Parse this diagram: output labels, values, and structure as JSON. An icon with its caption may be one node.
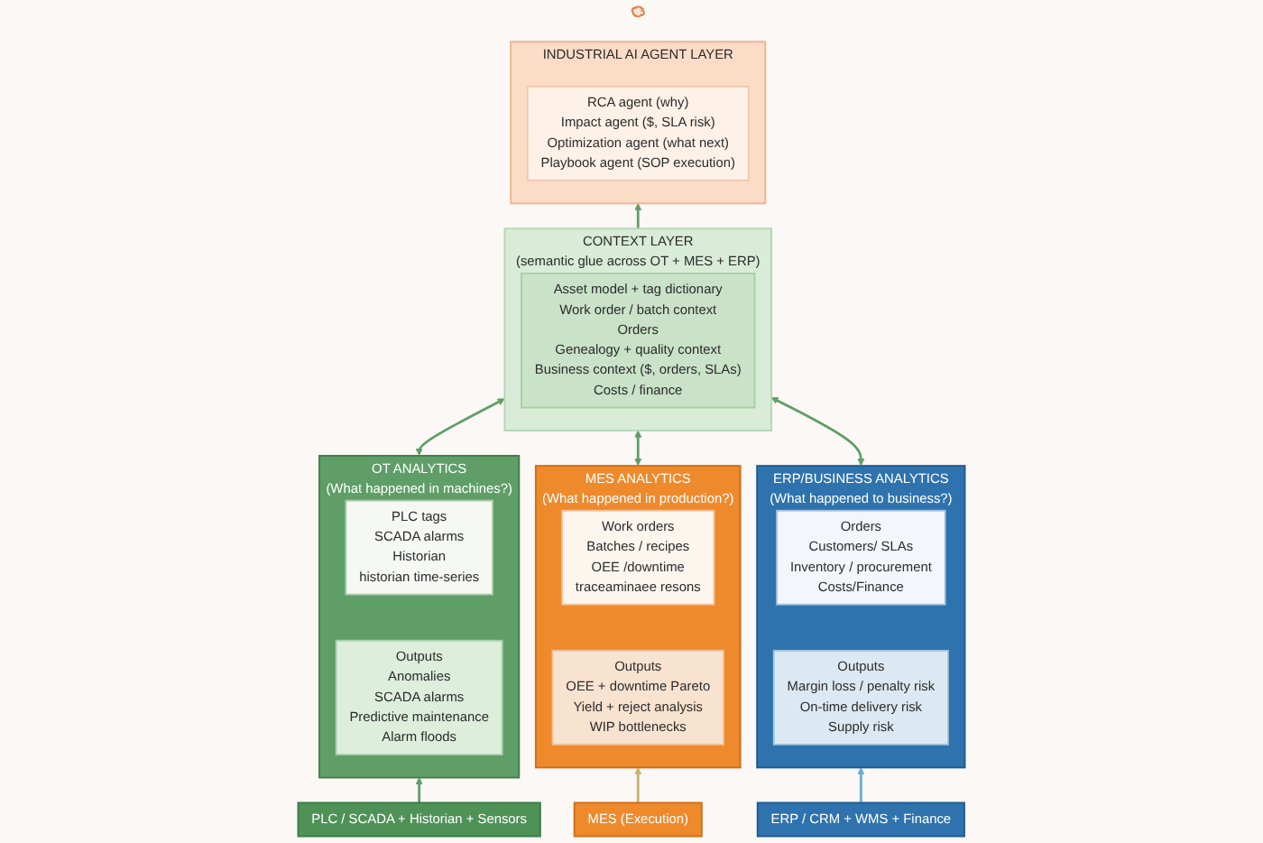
{
  "diagram": {
    "nodes": [
      {
        "text": [],
        "shape": "cloud"
      },
      {
        "text": [
          "INDUSTRIAL AI AGENT LAYER"
        ]
      },
      {
        "text": [
          "RCA agent (why)",
          "Impact agent ($, SLA risk)",
          "Optimization agent (what next)",
          "Playbook agent (SOP execution)"
        ],
        "in": 1
      },
      {
        "text": [
          "CONTEXT LAYER",
          "(semantic glue across OT + MES + ERP)"
        ]
      },
      {
        "text": [
          "Asset model + tag dictionary",
          "Work order / batch context",
          "Orders",
          "Genealogy + quality context",
          "Business context ($, orders, SLAs)",
          "Costs / finance"
        ],
        "in": 3
      },
      {
        "text": [
          "OT ANALYTICS",
          "(What happened in machines?)"
        ]
      },
      {
        "text": [
          "PLC tags",
          "SCADA alarms",
          "Historian",
          "historian time-series"
        ],
        "in": 5
      },
      {
        "text": [
          "Outputs",
          "Anomalies",
          "SCADA alarms",
          "Predictive maintenance",
          "Alarm floods"
        ],
        "in": 5
      },
      {
        "text": [
          "MES ANALYTICS",
          "(What happened in production?)"
        ]
      },
      {
        "text": [
          "Work orders",
          "Batches / recipes",
          "OEE /downtime",
          "traceaminaee resons"
        ],
        "in": 8
      },
      {
        "text": [
          "Outputs",
          "OEE + downtime Pareto",
          "Yield + reject analysis",
          "WIP bottlenecks"
        ],
        "in": 8
      },
      {
        "text": [
          "ERP/BUSINESS ANALYTICS",
          "(What happened to business?)"
        ]
      },
      {
        "text": [
          "Orders",
          "Customers/ SLAs",
          "Inventory / procurement",
          "Costs/Finance"
        ],
        "in": 11
      },
      {
        "text": [
          "Outputs",
          "Margin loss / penalty risk",
          "On-time delivery risk",
          "Supply risk"
        ],
        "in": 11
      },
      {
        "text": [
          "PLC / SCADA + Historian + Sensors"
        ]
      },
      {
        "text": [
          "MES (Execution)"
        ]
      },
      {
        "text": [
          "ERP / CRM + WMS + Finance"
        ]
      }
    ],
    "edges": [
      {
        "from": 3,
        "to": 1,
        "arrow": "to"
      },
      {
        "from": 5,
        "to": 3,
        "arrow": "both"
      },
      {
        "from": 8,
        "to": 3,
        "arrow": "both"
      },
      {
        "from": 11,
        "to": 3,
        "arrow": "both"
      },
      {
        "from": 14,
        "to": 5,
        "arrow": "to"
      },
      {
        "from": 15,
        "to": 8,
        "arrow": "to",
        "color": "#c8b46a"
      },
      {
        "from": 16,
        "to": 11,
        "arrow": "to",
        "color": "#6aaed0"
      }
    ]
  }
}
